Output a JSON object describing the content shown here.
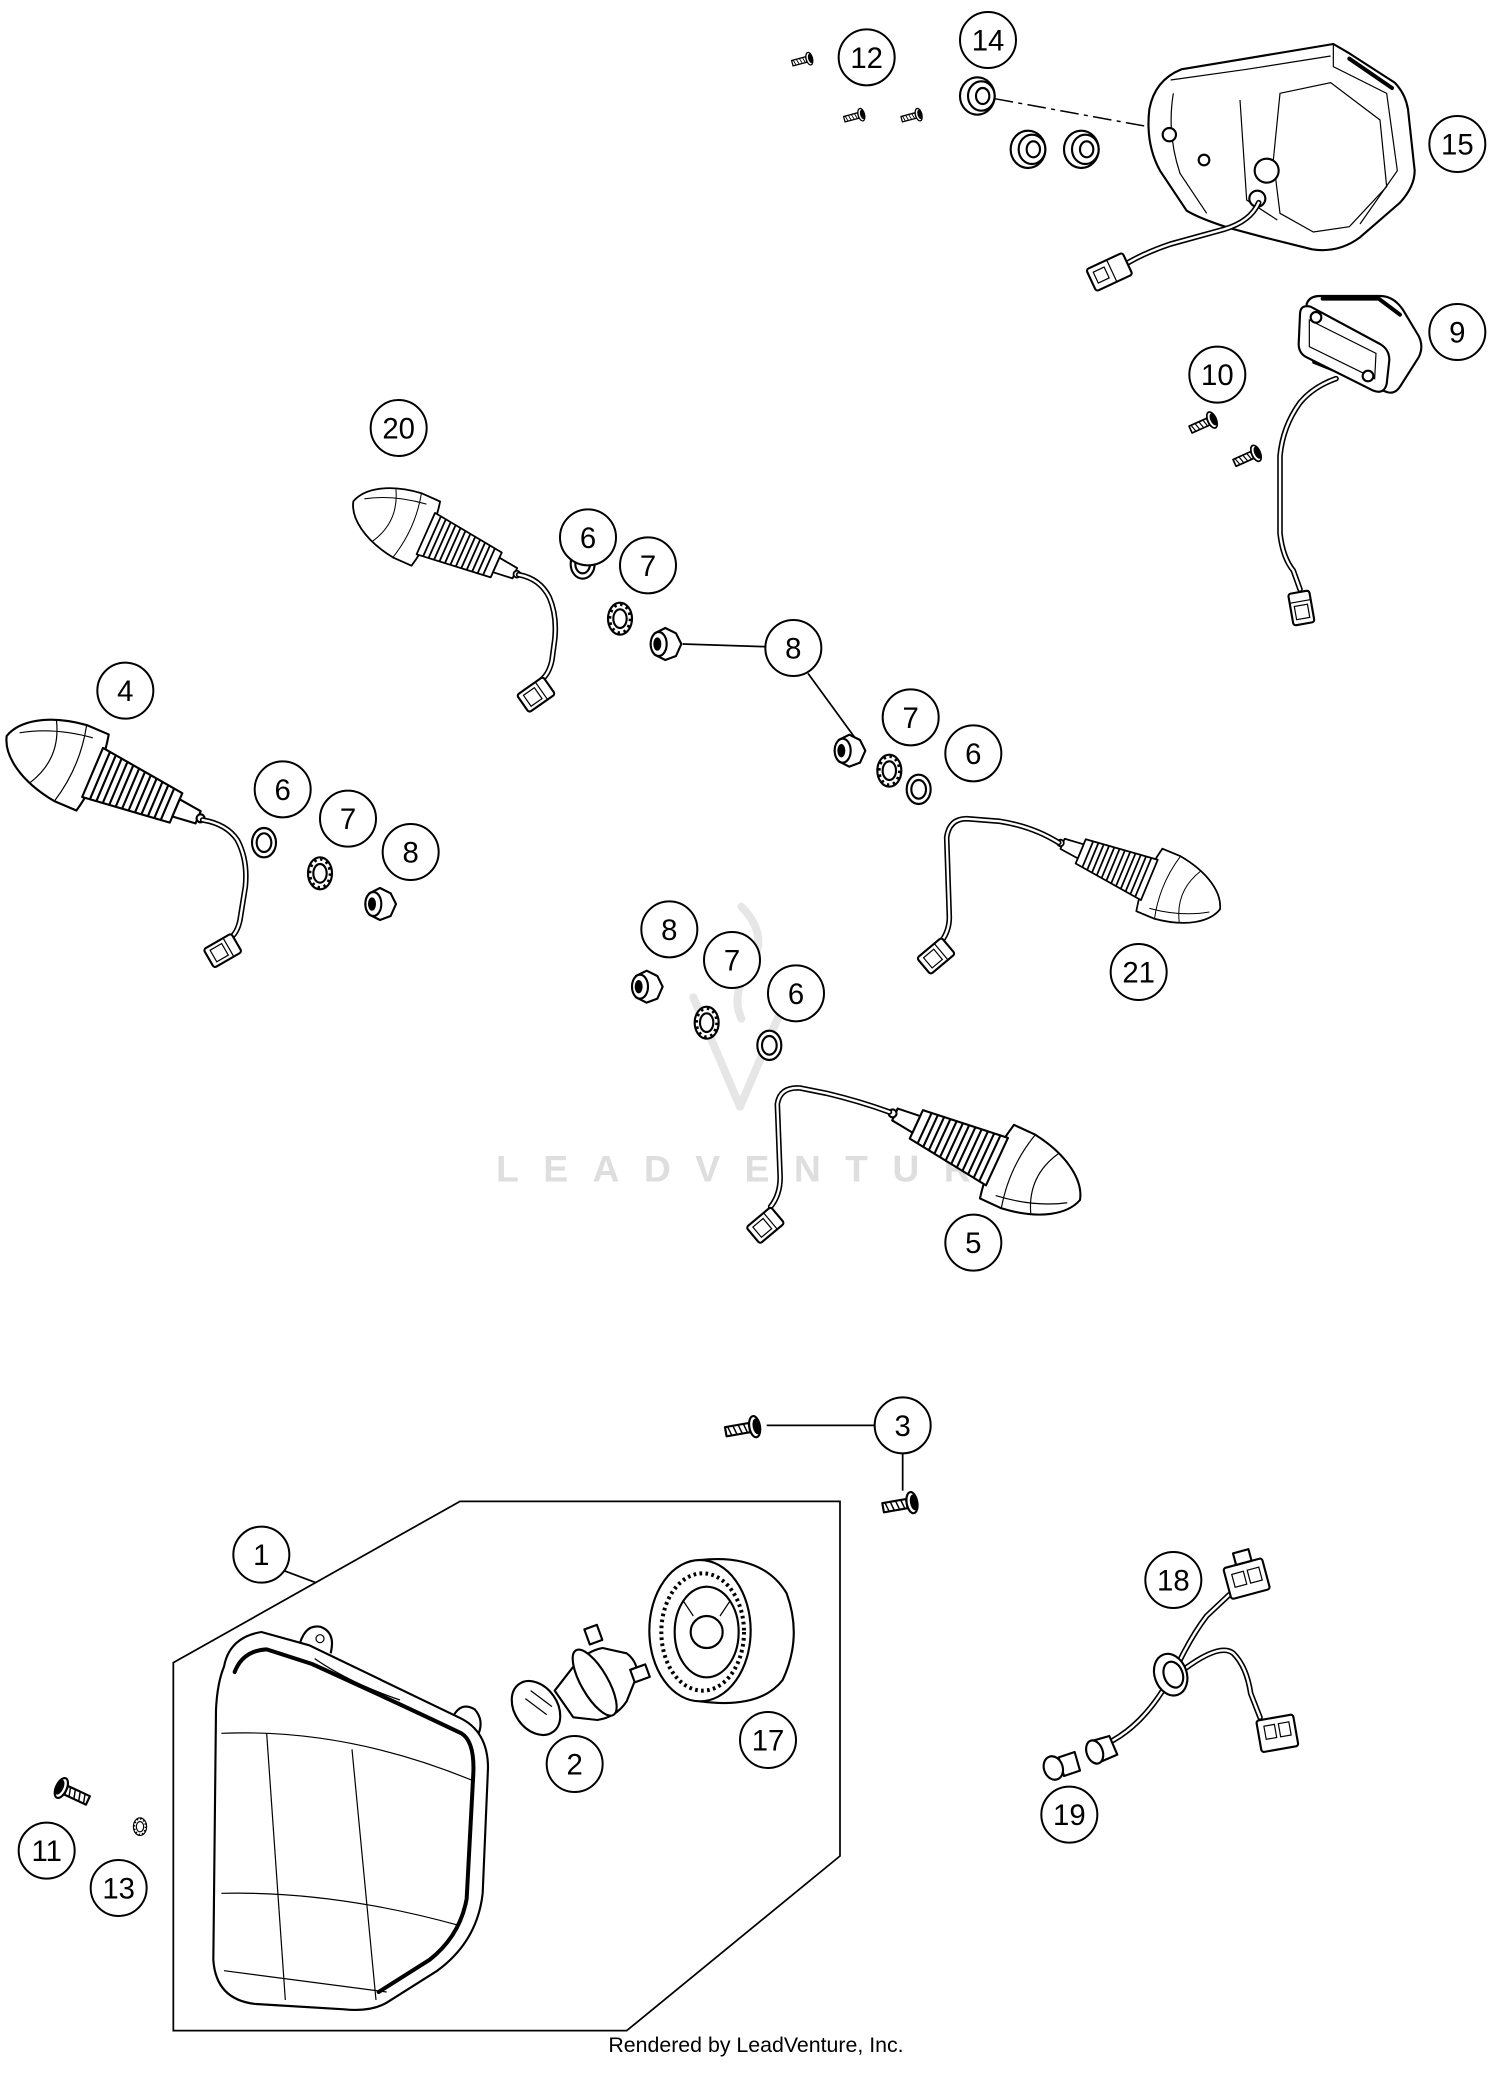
{
  "diagram": {
    "callouts": [
      "12",
      "14",
      "15",
      "9",
      "10",
      "20",
      "6",
      "7",
      "8",
      "4",
      "7",
      "6",
      "6",
      "7",
      "8",
      "21",
      "8",
      "7",
      "6",
      "5",
      "3",
      "1",
      "18",
      "2",
      "17",
      "19",
      "11",
      "13"
    ],
    "watermark": "LEADVENTURE",
    "footer": "Rendered by LeadVenture, Inc."
  }
}
